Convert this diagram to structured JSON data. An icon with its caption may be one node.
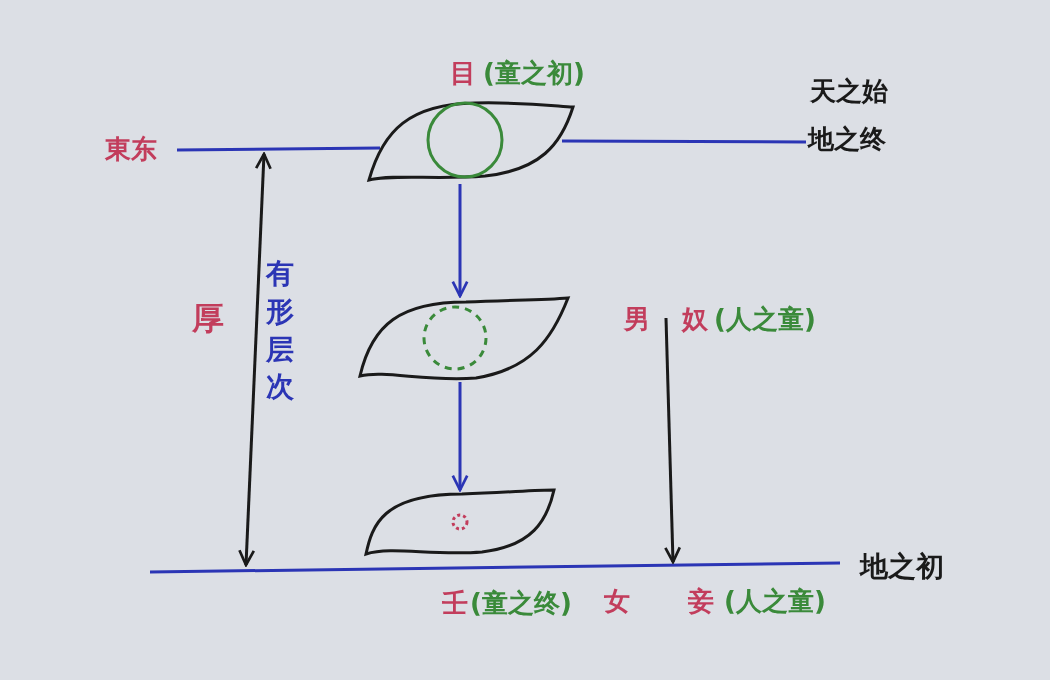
{
  "diagram": {
    "nodes": [
      {
        "text": [
          "東东"
        ]
      },
      {
        "text": [
          "目",
          "(童之初)"
        ]
      },
      {
        "text": [],
        "shape": "leaf"
      },
      {
        "text": [],
        "shape": "leaf"
      },
      {
        "text": [
          "地之终"
        ]
      }
    ],
    "edges": [
      {
        "from": 0,
        "to": 1,
        "arrow": "none"
      },
      {
        "from": 1,
        "to": 4,
        "arrow": "none"
      },
      {
        "from": 1,
        "to": 2,
        "arrow": "to"
      },
      {
        "from": 2,
        "to": 3,
        "arrow": "to"
      }
    ],
    "labels": [
      "天之始",
      "厚",
      "有形层次",
      "男",
      "奴",
      "(人之童)",
      "壬",
      "(童之终)",
      "女",
      "妾",
      "(人之童)",
      "地之初"
    ]
  }
}
